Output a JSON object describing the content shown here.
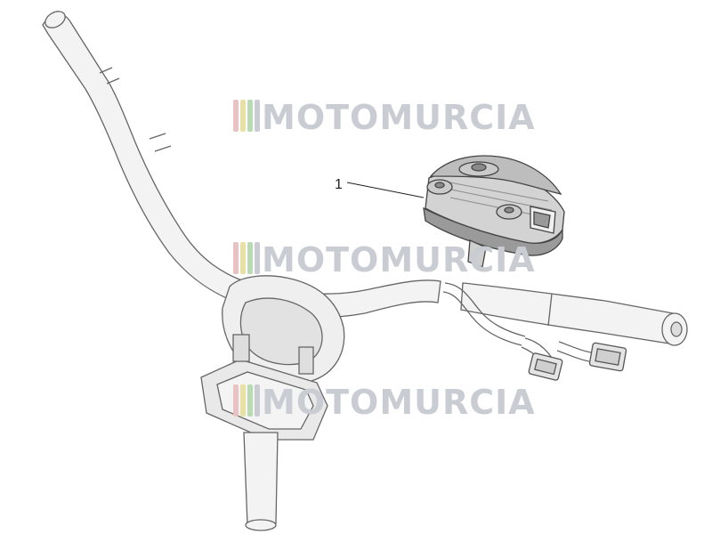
{
  "diagram": {
    "type": "exploded-parts-view",
    "callouts": [
      {
        "number": "1"
      }
    ]
  },
  "watermark": {
    "text": "MOTOMURCIA",
    "text_color": "#c9cdd3",
    "stripe_colors": [
      "#e7c3c3",
      "#e9e0a6",
      "#b9dbb4",
      "#c9cdd3"
    ]
  },
  "colors": {
    "line": "#555555",
    "fill_light": "#ececec",
    "fill_mid": "#d6d6d6",
    "fill_dark": "#8a8a8a"
  }
}
